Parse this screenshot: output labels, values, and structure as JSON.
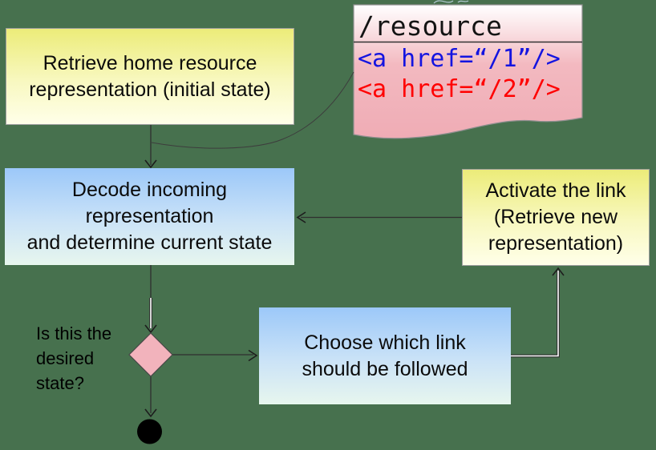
{
  "colors": {
    "background": "#47714E",
    "yellow_node_top": "#ECEC79",
    "yellow_node_bottom": "#FFFFE9",
    "blue_node_top": "#9CC8F9",
    "blue_node_bottom": "#E7F6EE",
    "document_pink": "#EFACB5",
    "decision_fill": "#F2B3BC",
    "final_node": "#000000",
    "code_blue": "#1414E0",
    "code_red": "#FF0000"
  },
  "nodes": {
    "retrieve_home": {
      "lines": [
        "Retrieve home resource",
        "representation (initial state)"
      ]
    },
    "decode": {
      "lines": [
        "Decode incoming",
        "representation",
        "and determine current state"
      ]
    },
    "activate": {
      "lines": [
        "Activate the link",
        "(Retrieve new",
        "representation)"
      ]
    },
    "choose": {
      "lines": [
        "Choose which link",
        "should be followed"
      ]
    }
  },
  "document": {
    "title": "/resource",
    "code_lines": [
      {
        "text": "<a href=“/1”/>",
        "color": "#1414E0"
      },
      {
        "text": "<a href=“/2”/>",
        "color": "#FF0000"
      }
    ]
  },
  "decision": {
    "label_lines": [
      "Is this the",
      "desired",
      "state?"
    ]
  }
}
